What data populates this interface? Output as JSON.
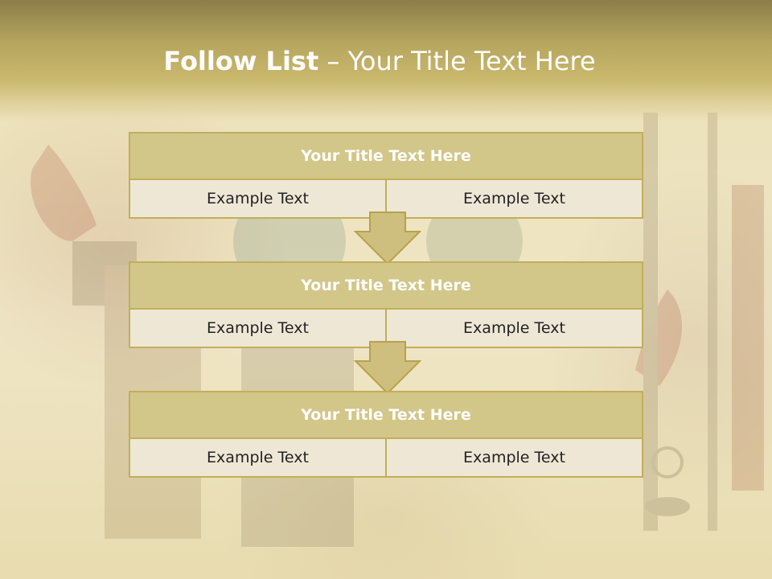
{
  "title": {
    "bold": "Follow List",
    "rest": "– Your Title Text Here"
  },
  "blocks": [
    {
      "title": "Your Title Text Here",
      "cells": [
        "Example Text",
        "Example Text"
      ]
    },
    {
      "title": "Your Title Text Here",
      "cells": [
        "Example Text",
        "Example Text"
      ]
    },
    {
      "title": "Your Title Text Here",
      "cells": [
        "Example Text",
        "Example Text"
      ]
    }
  ],
  "colors": {
    "header": "#b5a55e",
    "block_title": "#d2c689",
    "border": "#c2ae5a",
    "cell": "#efe7d6",
    "arrow_fill": "#cfbf7e",
    "arrow_stroke": "#b6a24c"
  }
}
